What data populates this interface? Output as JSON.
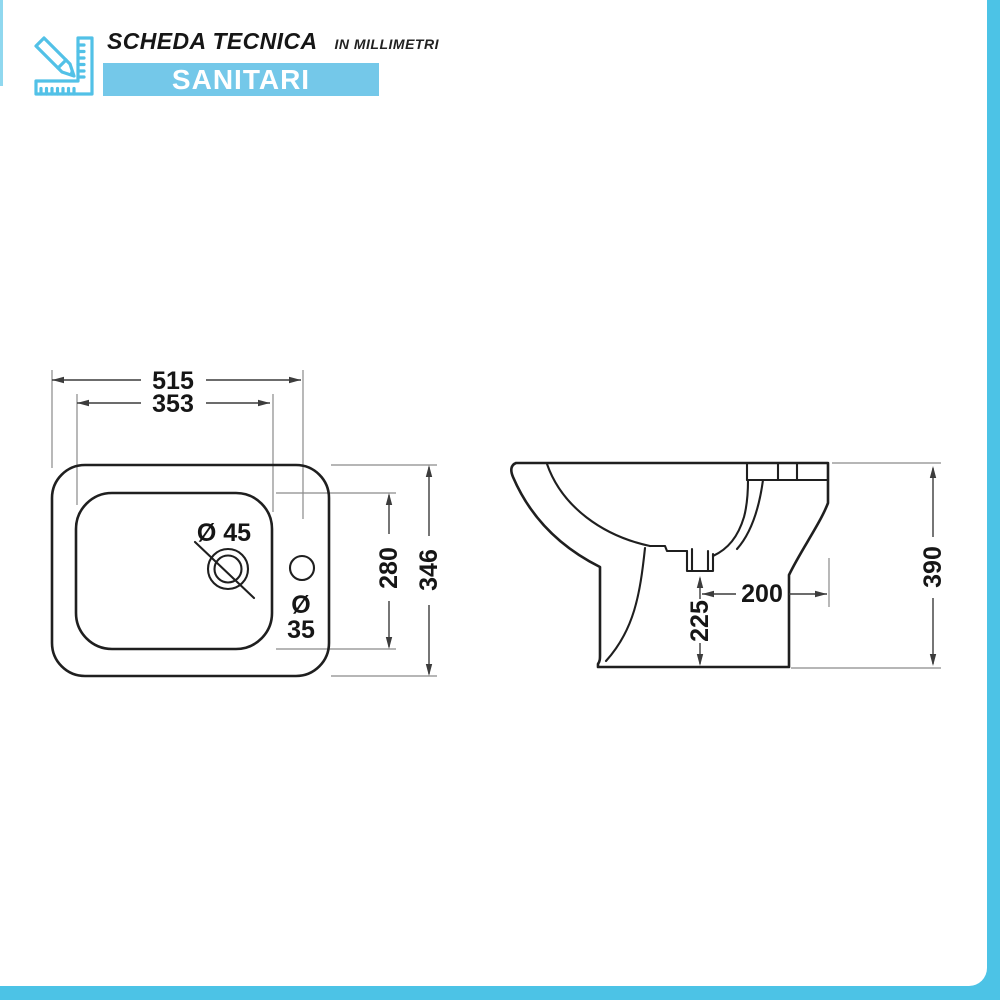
{
  "header": {
    "title": "SCHEDA TECNICA",
    "subtitle": "IN MILLIMETRI",
    "badge": "SANITARI"
  },
  "top_view": {
    "overall_width": "515",
    "basin_width": "353",
    "basin_depth": "280",
    "overall_depth": "346",
    "faucet_hole_diameter": "Ø 45",
    "drain_diameter_symbol": "Ø",
    "drain_diameter": "35"
  },
  "side_view": {
    "drain_setback": "200",
    "drain_height": "225",
    "overall_height": "390"
  },
  "colors": {
    "accent": "#4cc3e6",
    "accent_light": "#90d8ef",
    "badge": "#74c8e9",
    "icon": "#52c1e7",
    "line": "#1f1f1f",
    "dim": "#3c3c3c",
    "ext": "#8a8a8a"
  }
}
